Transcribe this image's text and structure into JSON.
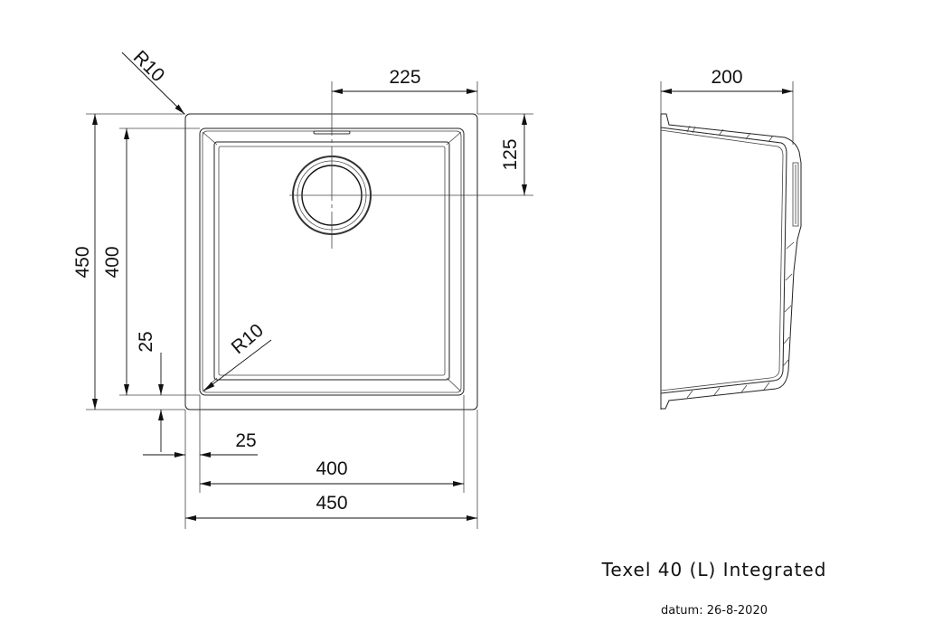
{
  "drawing": {
    "top_view": {
      "radius_outer": "R10",
      "radius_inner": "R10",
      "dim_drain_x": "225",
      "dim_drain_y": "125",
      "dim_outer_height": "450",
      "dim_bowl_height": "400",
      "dim_offset_vertical": "25",
      "dim_offset_horizontal": "25",
      "dim_bowl_width": "400",
      "dim_outer_width": "450"
    },
    "side_view": {
      "dim_depth": "200"
    }
  },
  "title_block": {
    "product": "Texel 40 (L) Integrated",
    "date": "datum: 26-8-2020"
  }
}
